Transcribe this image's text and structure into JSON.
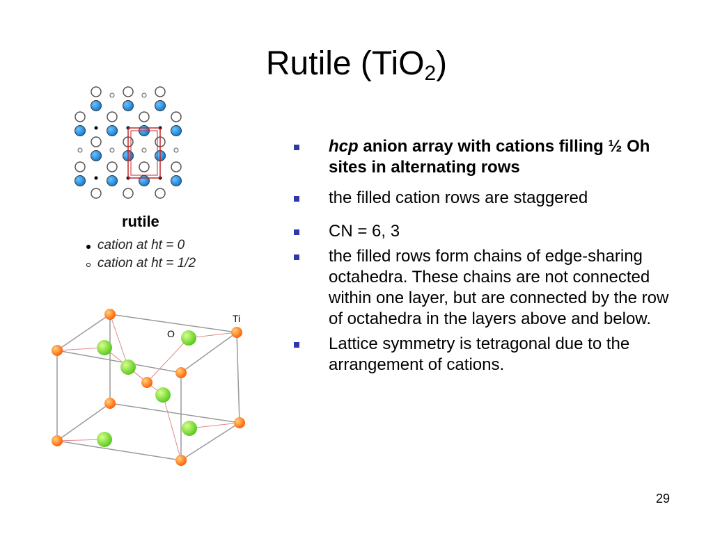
{
  "slide": {
    "title_main": "Rutile (TiO",
    "title_sub": "2",
    "title_end": ")",
    "page_number": "29"
  },
  "projection": {
    "label": "rutile",
    "legend": [
      {
        "symbol": "filled-dot-icon",
        "text": "cation at ht = 0"
      },
      {
        "symbol": "open-dot-icon",
        "text": "cation at ht = 1/2"
      }
    ],
    "colors": {
      "anion_fill": "#1e8ee6",
      "cell_outline": "#c0282d"
    }
  },
  "unit_cell": {
    "label_ti": "Ti",
    "label_o": "O",
    "colors": {
      "ti": "#ff6a00",
      "o": "#66d61a"
    }
  },
  "bullets": [
    {
      "em": "hcp",
      "text": " anion array with cations filling ½ Oh sites in alternating rows"
    },
    {
      "text": "the filled cation rows are staggered"
    },
    {
      "text": "CN = 6, 3"
    },
    {
      "text": "the filled rows form chains of edge-sharing octahedra. These chains are not connected within one layer, but are connected by the row of octahedra in the layers above and below."
    },
    {
      "text": "Lattice symmetry is tetragonal due to the arrangement of cations."
    }
  ]
}
